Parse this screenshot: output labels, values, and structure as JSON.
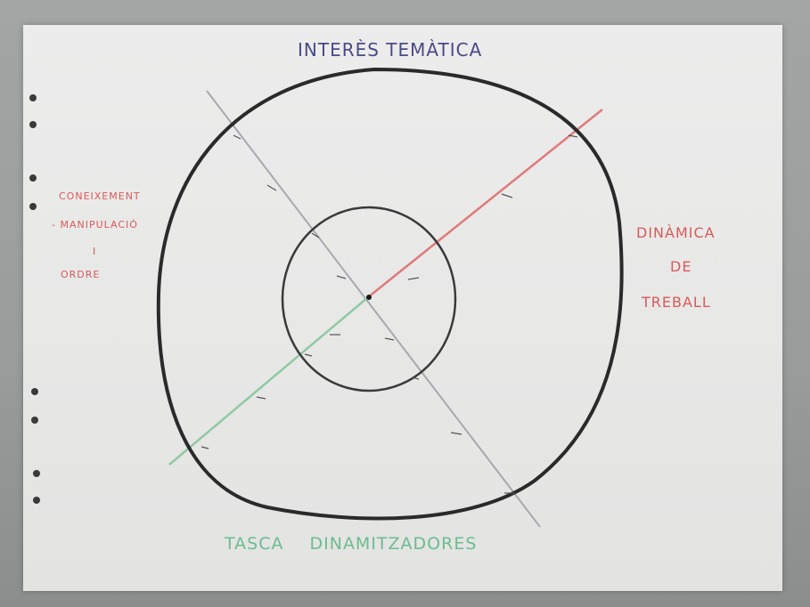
{
  "labels": {
    "top": "INTERÈS TEMÀTICA",
    "right_line1": "DINÀMICA",
    "right_line2": "DE",
    "right_line3": "TREBALL",
    "left_line1": "CONEIXEMENT",
    "left_line2": "- MANIPULACIÓ",
    "left_line3": "I",
    "left_line4": "ORDRE",
    "bottom": "TASCA DINAMITZADORES"
  },
  "colors": {
    "paper": "#e8e8e7",
    "ink_black": "#2a2a2a",
    "red_line": "#e07a7a",
    "green_line": "#8fc9a4",
    "gray_line": "#a8a8b0",
    "top_label": "#4a4a86",
    "right_label": "#d85a5a",
    "left_label": "#d85a5a",
    "bottom_label": "#6cbc90"
  }
}
